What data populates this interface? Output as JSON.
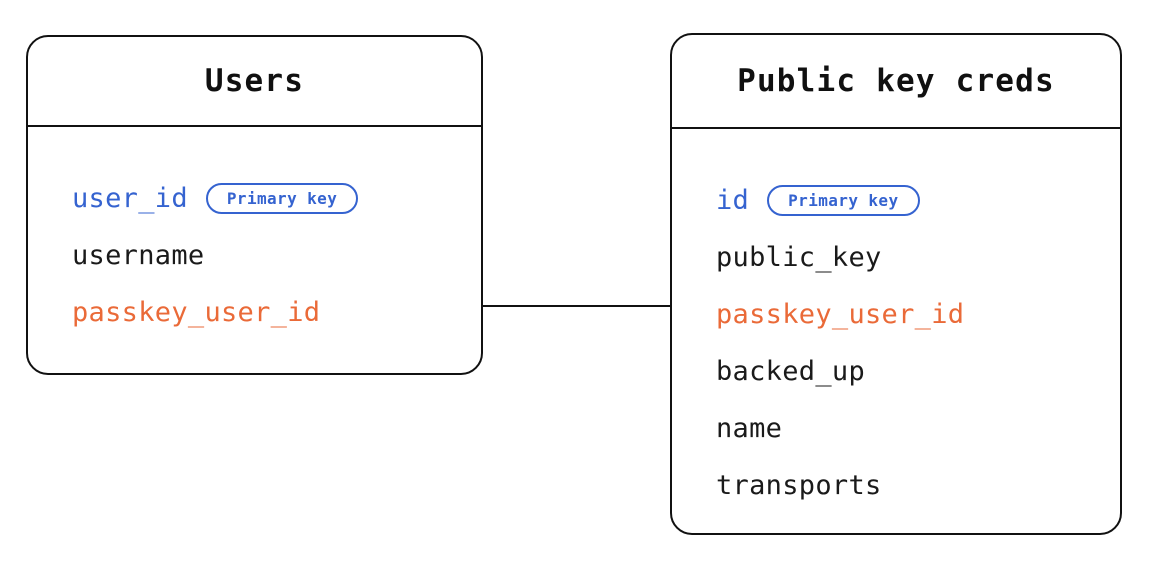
{
  "diagram": {
    "type": "entity-relationship-diagram",
    "background_color": "#ffffff",
    "colors": {
      "primary_key": "#3563d0",
      "foreign_key": "#ea6a38",
      "text": "#1a1a1a",
      "border": "#111111"
    },
    "entities": [
      {
        "id": "users",
        "title": "Users",
        "fields": [
          {
            "name": "user_id",
            "role": "primary_key",
            "badge": "Primary key"
          },
          {
            "name": "username",
            "role": "plain",
            "badge": null
          },
          {
            "name": "passkey_user_id",
            "role": "foreign_key",
            "badge": null
          }
        ]
      },
      {
        "id": "public_key_creds",
        "title": "Public key creds",
        "fields": [
          {
            "name": "id",
            "role": "primary_key",
            "badge": "Primary key"
          },
          {
            "name": "public_key",
            "role": "plain",
            "badge": null
          },
          {
            "name": "passkey_user_id",
            "role": "foreign_key",
            "badge": null
          },
          {
            "name": "backed_up",
            "role": "plain",
            "badge": null
          },
          {
            "name": "name",
            "role": "plain",
            "badge": null
          },
          {
            "name": "transports",
            "role": "plain",
            "badge": null
          }
        ]
      }
    ],
    "relationships": [
      {
        "id": "users-to-public-key-creds",
        "from_entity": "users",
        "from_field": "passkey_user_id",
        "to_entity": "public_key_creds",
        "to_field": "passkey_user_id",
        "style": "straight-line"
      }
    ]
  }
}
